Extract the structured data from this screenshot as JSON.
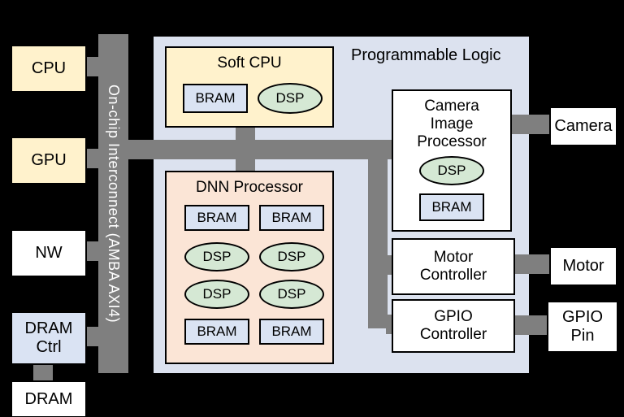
{
  "colors": {
    "background": "#000000",
    "cream": "#FFF2CC",
    "light_blue": "#DAE3F3",
    "light_green": "#D5E8D4",
    "peach": "#FBE5D6",
    "pl_background": "#DCE2EF",
    "connector_gray": "#7F7F7F",
    "border": "#000000"
  },
  "left_column": {
    "cpu": "CPU",
    "gpu": "GPU",
    "nw": "NW",
    "dram_ctrl_lines": [
      "DRAM",
      "Ctrl"
    ],
    "dram": "DRAM"
  },
  "interconnect": {
    "label": "On-chip Interconnect (AMBA AXI4)"
  },
  "programmable_logic": {
    "title": "Programmable Logic",
    "soft_cpu": {
      "title": "Soft CPU",
      "bram": "BRAM",
      "dsp": "DSP"
    },
    "dnn_processor": {
      "title": "DNN Processor",
      "cells": [
        {
          "type": "bram",
          "label": "BRAM"
        },
        {
          "type": "bram",
          "label": "BRAM"
        },
        {
          "type": "dsp",
          "label": "DSP"
        },
        {
          "type": "dsp",
          "label": "DSP"
        },
        {
          "type": "dsp",
          "label": "DSP"
        },
        {
          "type": "dsp",
          "label": "DSP"
        },
        {
          "type": "bram",
          "label": "BRAM"
        },
        {
          "type": "bram",
          "label": "BRAM"
        }
      ]
    },
    "camera_image_processor": {
      "lines": [
        "Camera",
        "Image",
        "Processor"
      ],
      "dsp": "DSP",
      "bram": "BRAM"
    },
    "motor_controller": {
      "lines": [
        "Motor",
        "Controller"
      ]
    },
    "gpio_controller": {
      "lines": [
        "GPIO",
        "Controller"
      ]
    }
  },
  "right_column": {
    "camera": "Camera",
    "motor": "Motor",
    "gpio_pin_lines": [
      "GPIO",
      "Pin"
    ]
  }
}
